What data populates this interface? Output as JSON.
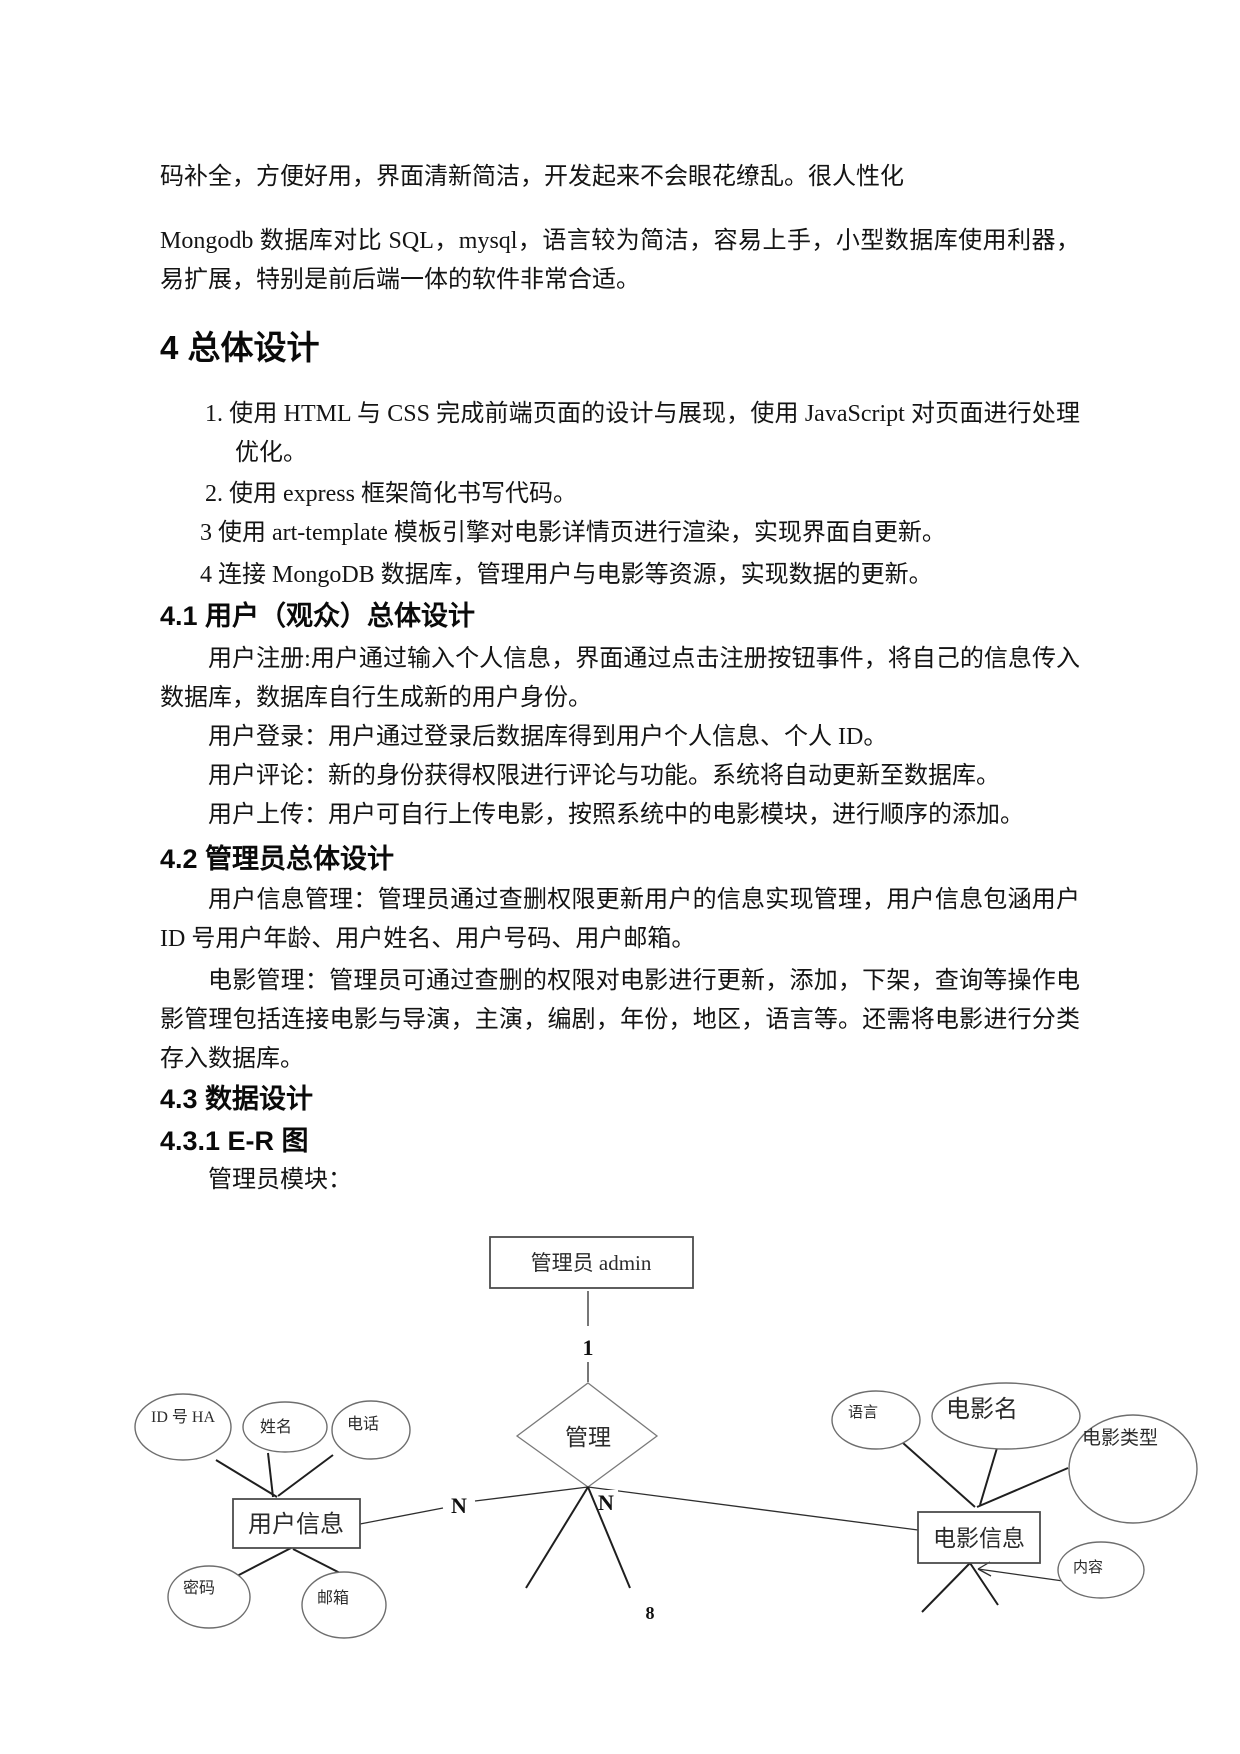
{
  "body": {
    "p_prev": "码补全，方便好用，界面清新简洁，开发起来不会眼花缭乱。很人性化",
    "p_mongodb": "Mongodb 数据库对比 SQL，mysql，语言较为简洁，容易上手，小型数据库使用利器，易扩展，特别是前后端一体的软件非常合适。",
    "list_items": [
      "1.  使用 HTML 与 CSS 完成前端页面的设计与展现，使用 JavaScript 对页面进行处理优化。",
      "2.  使用 express 框架简化书写代码。",
      "3 使用 art-template 模板引擎对电影详情页进行渲染，实现界面自更新。",
      "4 连接 MongoDB 数据库，管理用户与电影等资源，实现数据的更新。"
    ],
    "p_register": "用户注册:用户通过输入个人信息，界面通过点击注册按钮事件，将自己的信息传入数据库，数据库自行生成新的用户身份。",
    "p_login": "用户登录：用户通过登录后数据库得到用户个人信息、个人 ID。",
    "p_comment": "用户评论：新的身份获得权限进行评论与功能。系统将自动更新至数据库。",
    "p_upload": "用户上传：用户可自行上传电影，按照系统中的电影模块，进行顺序的添加。",
    "p_userinfo": "用户信息管理：管理员通过查删权限更新用户的信息实现管理，用户信息包涵用户 ID 号用户年龄、用户姓名、用户号码、用户邮箱。",
    "p_movie": "电影管理：管理员可通过查删的权限对电影进行更新，添加，下架，查询等操作电影管理包括连接电影与导演，主演，编剧，年份，地区，语言等。还需将电影进行分类存入数据库。",
    "p_module": "管理员模块："
  },
  "headings": {
    "h4": "4 总体设计",
    "h41": "4.1 用户（观众）总体设计",
    "h42": "4.2 管理员总体设计",
    "h43": "4.3 数据设计",
    "h431": "4.3.1 E-R 图"
  },
  "diagram": {
    "admin_entity": "管理员 admin",
    "relation": "管理",
    "cardinality_one": "1",
    "cardinality_n_left": "N",
    "cardinality_n_right": "N",
    "user_entity": "用户信息",
    "user_attrs": {
      "id": "ID 号 HA",
      "name": "姓名",
      "phone": "电话",
      "password": "密码",
      "email": "邮箱"
    },
    "movie_entity": "电影信息",
    "movie_attrs": {
      "language": "语言",
      "movie_name": "电影名",
      "movie_type": "电影类型",
      "content": "内容"
    }
  },
  "page_number": "8"
}
